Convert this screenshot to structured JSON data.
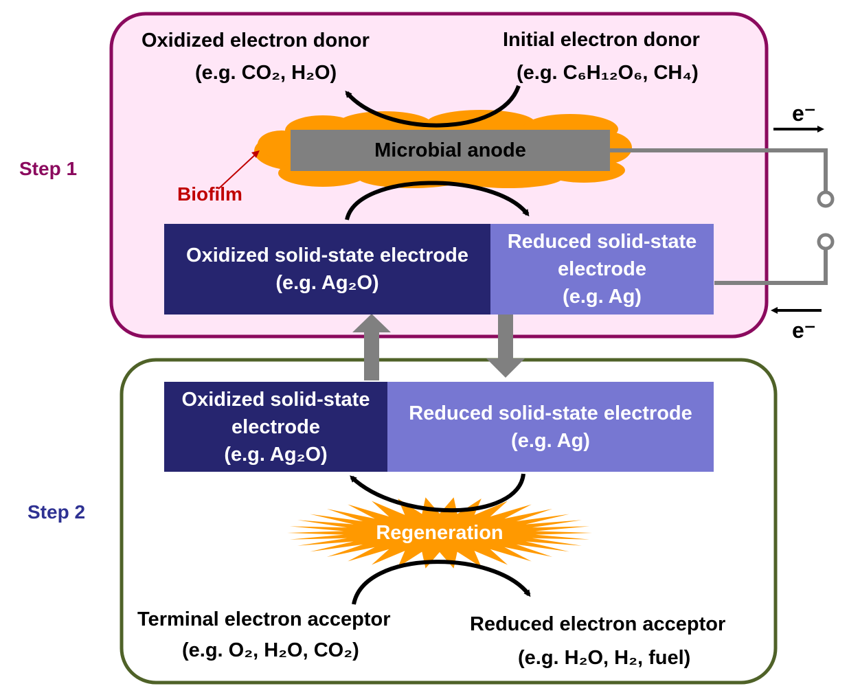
{
  "steps": {
    "step1": {
      "label": "Step 1",
      "color": "#8b0a5e"
    },
    "step2": {
      "label": "Step 2",
      "color": "#2e3192"
    }
  },
  "colors": {
    "step1_border": "#8b0a5e",
    "step1_fill": "#ffe6f7",
    "step2_border": "#4f6228",
    "dark_electrode": "#26256f",
    "light_electrode": "#7777d2",
    "anode": "#808080",
    "biofilm": "#ff9900",
    "biofilm_label": "#c00000",
    "wire": "#808080"
  },
  "step1": {
    "oxidized_donor": {
      "title": "Oxidized electron donor",
      "example": "(e.g. CO₂, H₂O)"
    },
    "initial_donor": {
      "title": "Initial electron donor",
      "example": "(e.g. C₆H₁₂O₆, CH₄)"
    },
    "anode_label": "Microbial anode",
    "biofilm_label": "Biofilm",
    "oxidized_electrode": {
      "line1": "Oxidized solid-state electrode",
      "example": "(e.g. Ag₂O)"
    },
    "reduced_electrode": {
      "line1": "Reduced solid-state",
      "line2": "electrode",
      "example": "(e.g. Ag)"
    }
  },
  "step2": {
    "oxidized_electrode": {
      "line1": "Oxidized solid-state",
      "line2": "electrode",
      "example": "(e.g. Ag₂O)"
    },
    "reduced_electrode": {
      "line1": "Reduced solid-state electrode",
      "example": "(e.g. Ag)"
    },
    "regeneration_label": "Regeneration",
    "terminal_acceptor": {
      "title": "Terminal electron acceptor",
      "example": "(e.g. O₂, H₂O, CO₂)"
    },
    "reduced_acceptor": {
      "title": "Reduced electron acceptor",
      "example": "(e.g. H₂O, H₂, fuel)"
    }
  },
  "circuit": {
    "electron_top": "e⁻",
    "electron_bottom": "e⁻"
  }
}
